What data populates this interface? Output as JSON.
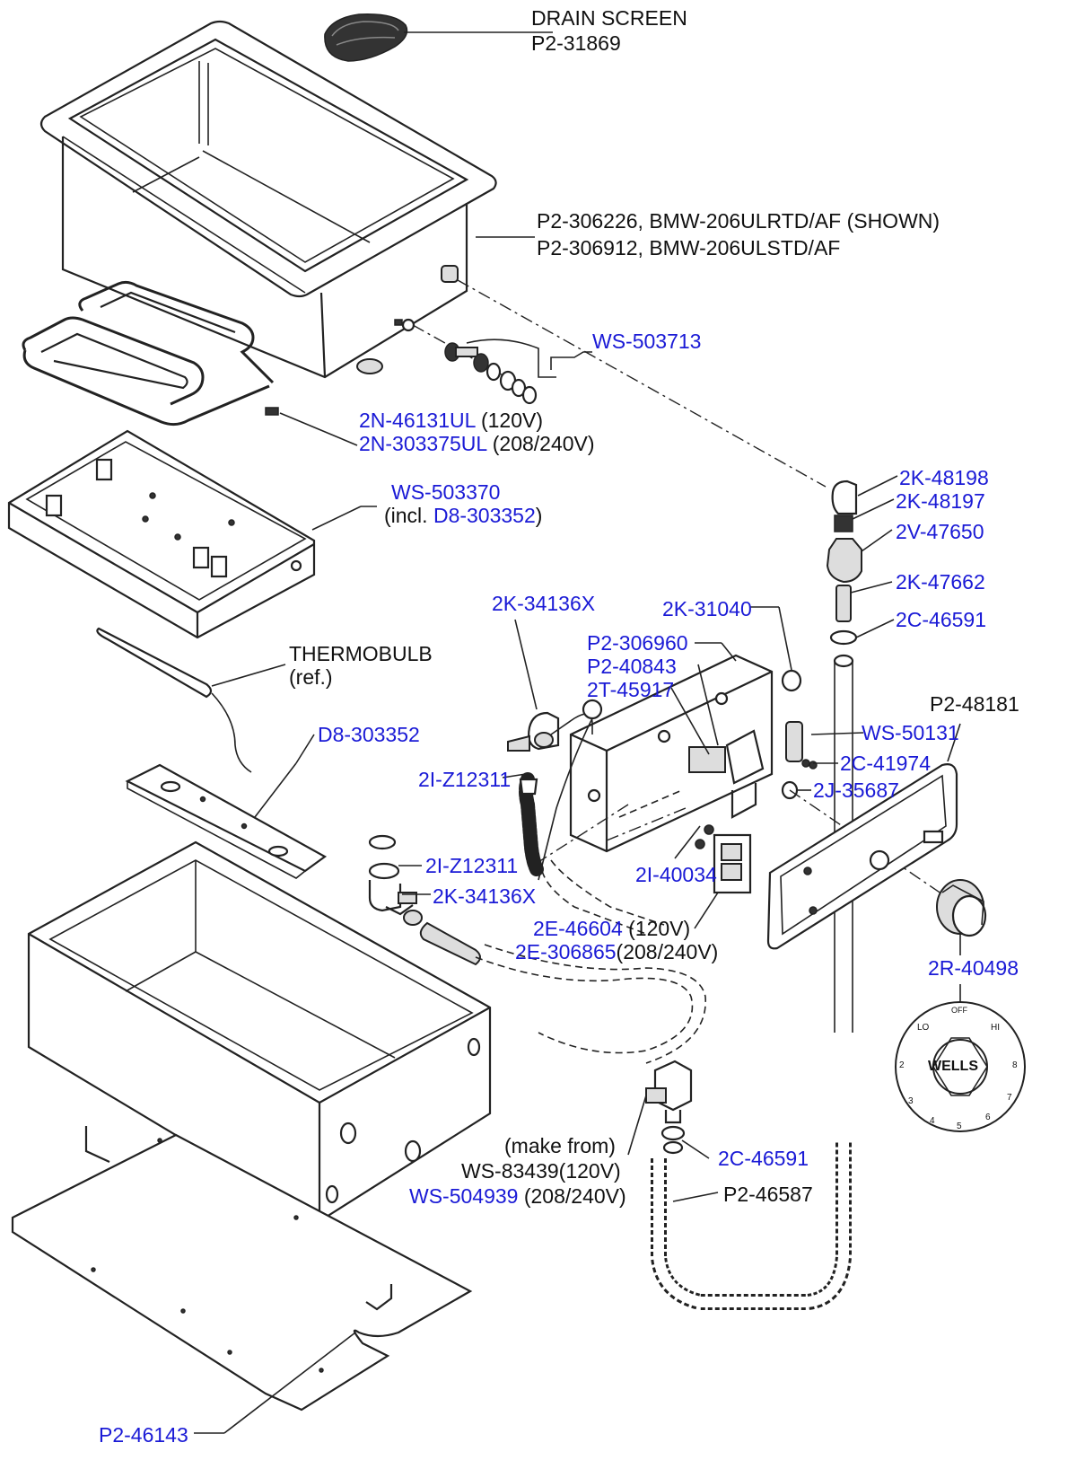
{
  "labels": {
    "drain_screen_name": "DRAIN SCREEN",
    "drain_screen_pn": "P2-31869",
    "pan_line1": "P2-306226, BMW-206ULRTD/AF (SHOWN)",
    "pan_line2": "P2-306912, BMW-206ULSTD/AF",
    "ws503713": "WS-503713",
    "elem_120_pn": "2N-46131UL",
    "elem_120_v": " (120V)",
    "elem_208_pn": "2N-303375UL",
    "elem_208_v": " (208/240V)",
    "ws503370": "WS-503370",
    "incl_prefix": "(incl. ",
    "incl_pn": "D8-303352",
    "incl_suffix": ")",
    "thermobulb": "THERMOBULB",
    "ref": "(ref.)",
    "d8_303352": "D8-303352",
    "k48198": "2K-48198",
    "k48197": "2K-48197",
    "v47650": "2V-47650",
    "k47662": "2K-47662",
    "c46591_top": "2C-46591",
    "k34136x_top": "2K-34136X",
    "k31040": "2K-31040",
    "p306960": "P2-306960",
    "p40843": "P2-40843",
    "t45917": "2T-45917",
    "p48181": "P2-48181",
    "ws50131": "WS-50131",
    "c41974": "2C-41974",
    "iz12311_a": "2I-Z12311",
    "j35687": "2J-35687",
    "iz12311_b": "2I-Z12311",
    "i40034": "2I-40034",
    "k34136x_bot": "2K-34136X",
    "e46604": "2E-46604",
    "e46604_v": " (120V)",
    "e306865": "2E-306865",
    "e306865_v": "(208/240V)",
    "r40498": "2R-40498",
    "make_from": "(make from)",
    "ws83439": "WS-83439(120V)",
    "ws504939": "WS-504939",
    "ws504939_v": " (208/240V)",
    "c46591_bot": "2C-46591",
    "p46587": "P2-46587",
    "p46143": "P2-46143"
  },
  "knob_dial": {
    "brand": "WELLS",
    "off": "OFF",
    "lo": "LO",
    "hi": "HI",
    "numbers": [
      "2",
      "3",
      "4",
      "5",
      "6",
      "7",
      "8"
    ]
  },
  "colors": {
    "part_link": "#1a1ad6",
    "text": "#111111",
    "line": "#222222"
  }
}
